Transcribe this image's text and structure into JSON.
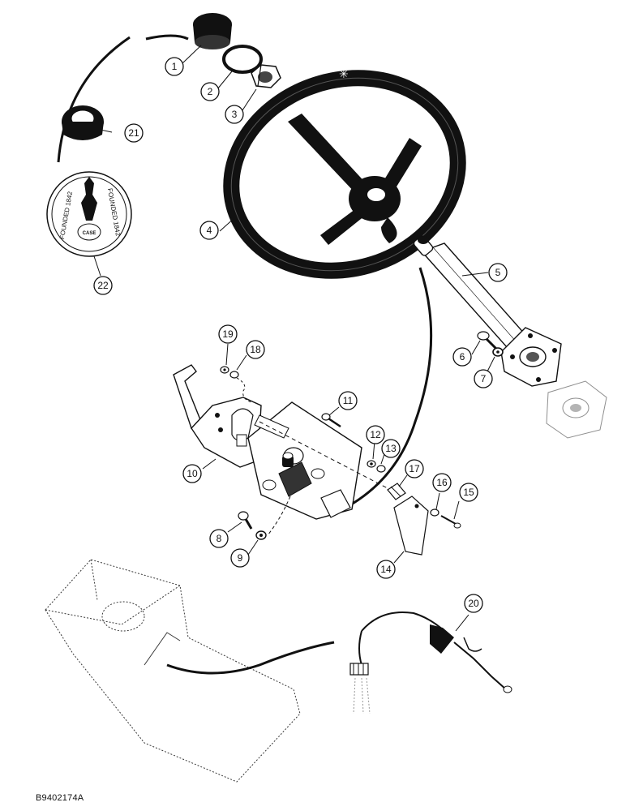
{
  "figure_id": "B9402174A",
  "emblem": {
    "text_left": "FOUNDED 1842",
    "text_right": "FOUNDED 1842",
    "logo": "CASE"
  },
  "callouts": [
    {
      "n": "1"
    },
    {
      "n": "2"
    },
    {
      "n": "3"
    },
    {
      "n": "4"
    },
    {
      "n": "5"
    },
    {
      "n": "6"
    },
    {
      "n": "7"
    },
    {
      "n": "8"
    },
    {
      "n": "9"
    },
    {
      "n": "10"
    },
    {
      "n": "11"
    },
    {
      "n": "12"
    },
    {
      "n": "13"
    },
    {
      "n": "14"
    },
    {
      "n": "15"
    },
    {
      "n": "16"
    },
    {
      "n": "17"
    },
    {
      "n": "18"
    },
    {
      "n": "19"
    },
    {
      "n": "20"
    },
    {
      "n": "21"
    },
    {
      "n": "22"
    }
  ]
}
